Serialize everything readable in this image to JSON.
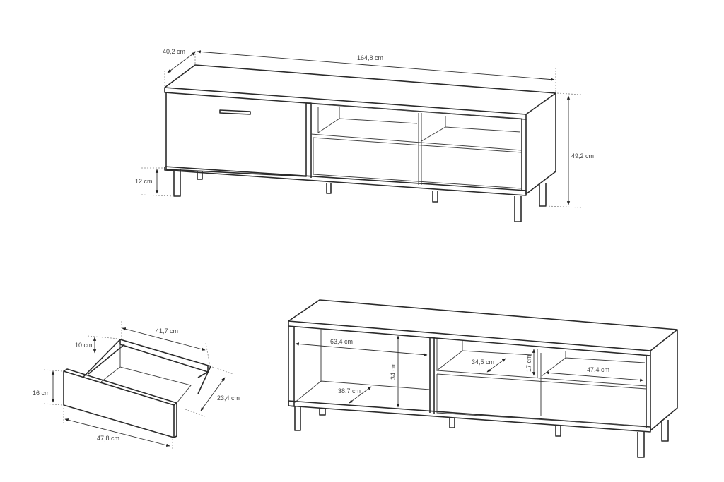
{
  "top_view": {
    "depth": "40,2 cm",
    "width": "164,8 cm",
    "height": "49,2 cm",
    "leg_height": "12 cm"
  },
  "drawer": {
    "inner_width": "41,7 cm",
    "inner_height": "10 cm",
    "front_height": "16 cm",
    "depth": "23,4 cm",
    "front_width": "47,8 cm"
  },
  "open_view": {
    "left_width": "63,4 cm",
    "left_height": "34 cm",
    "left_depth": "38,7 cm",
    "shelf_depth": "34,5 cm",
    "shelf_height": "17 cm",
    "shelf_width": "47,4 cm"
  }
}
